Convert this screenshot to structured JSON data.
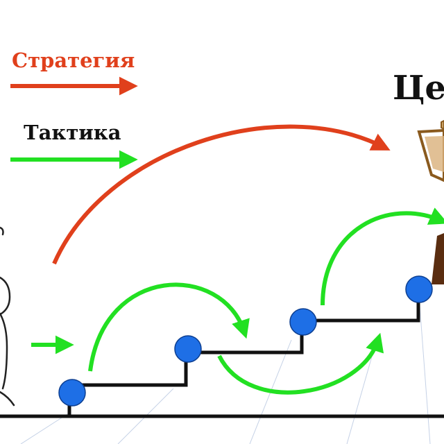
{
  "legend": {
    "strategy_label": "Стратегия",
    "tactics_label": "Тактика"
  },
  "goal": {
    "label": "Цель"
  },
  "colors": {
    "strategy": "#e0401c",
    "tactics": "#22e022",
    "stairs": "#111111",
    "node": "#1e6fe6",
    "goal_ink": "#111111",
    "goal_cup": "#c8a063"
  },
  "icons": [
    "stick-figure",
    "trophy-cup"
  ]
}
